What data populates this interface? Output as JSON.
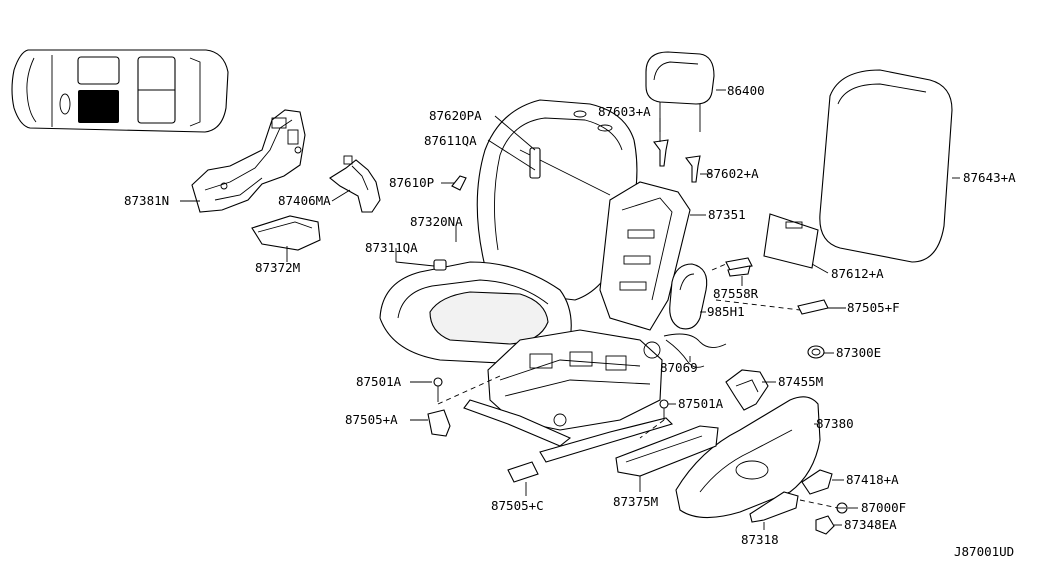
{
  "diagram": {
    "callouts": [
      {
        "id": "87381N",
        "label": "87381N"
      },
      {
        "id": "87406MA",
        "label": "87406MA"
      },
      {
        "id": "87372M",
        "label": "87372M"
      },
      {
        "id": "87620PA",
        "label": "87620PA"
      },
      {
        "id": "87611QA",
        "label": "87611QA"
      },
      {
        "id": "87610P",
        "label": "87610P"
      },
      {
        "id": "87320NA",
        "label": "87320NA"
      },
      {
        "id": "87311QA",
        "label": "87311QA"
      },
      {
        "id": "87603A",
        "label": "87603+A"
      },
      {
        "id": "86400",
        "label": "86400"
      },
      {
        "id": "87602A",
        "label": "87602+A"
      },
      {
        "id": "87351",
        "label": "87351"
      },
      {
        "id": "87643A",
        "label": "87643+A"
      },
      {
        "id": "87612A",
        "label": "87612+A"
      },
      {
        "id": "87558R",
        "label": "87558R"
      },
      {
        "id": "985H1",
        "label": "985H1"
      },
      {
        "id": "87505F",
        "label": "87505+F"
      },
      {
        "id": "87300E",
        "label": "87300E"
      },
      {
        "id": "87069",
        "label": "87069"
      },
      {
        "id": "87455M",
        "label": "87455M"
      },
      {
        "id": "87501A_left",
        "label": "87501A"
      },
      {
        "id": "87501A_right",
        "label": "87501A"
      },
      {
        "id": "87505A",
        "label": "87505+A"
      },
      {
        "id": "87380",
        "label": "87380"
      },
      {
        "id": "87418A",
        "label": "87418+A"
      },
      {
        "id": "87000F",
        "label": "87000F"
      },
      {
        "id": "87348EA",
        "label": "87348EA"
      },
      {
        "id": "87505C",
        "label": "87505+C"
      },
      {
        "id": "87375M",
        "label": "87375M"
      },
      {
        "id": "87318",
        "label": "87318"
      }
    ],
    "diagram_code": "J87001UD"
  }
}
